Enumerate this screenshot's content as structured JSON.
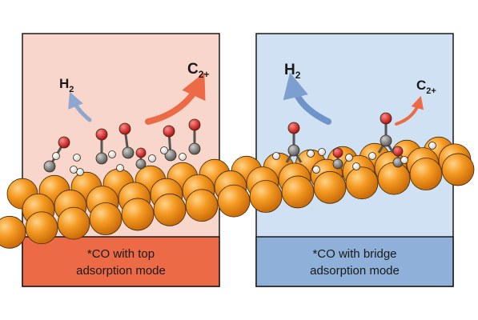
{
  "left_panel": {
    "caption_line1": "*CO with top",
    "caption_line2": "adsorption mode",
    "h2_label": "H",
    "h2_subscript": "2",
    "c2_label": "C",
    "c2_subscript": "2+",
    "background_color": "#f8d6cb",
    "caption_color": "#ec6a45",
    "c2_arrow_color": "#ec6a45",
    "h2_arrow_color": "#7d9fd0"
  },
  "right_panel": {
    "caption_line1": "*CO with bridge",
    "caption_line2": "adsorption mode",
    "h2_label": "H",
    "h2_subscript": "2",
    "c2_label": "C",
    "c2_subscript": "2+",
    "background_color": "#cfe1f2",
    "caption_color": "#8eb0d9",
    "c2_arrow_color": "#ec6a45",
    "h2_arrow_color": "#6f94c9"
  },
  "atom_colors": {
    "copper": "#f2961e",
    "carbon": "#8c8c8c",
    "oxygen": "#d81f1f",
    "hydrogen": "#ffffff"
  }
}
